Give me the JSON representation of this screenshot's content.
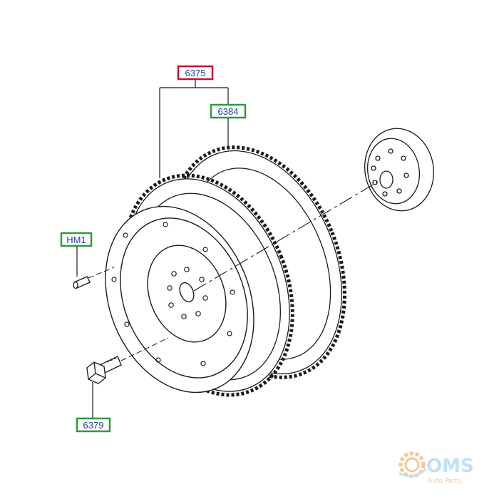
{
  "callouts": {
    "c6375": {
      "label": "6375",
      "border": "#c8102e"
    },
    "c6384": {
      "label": "6384",
      "border": "#2e9a3e"
    },
    "chm1": {
      "label": "HM1",
      "border": "#2e9a3e"
    },
    "c6379": {
      "label": "6379",
      "border": "#2e9a3e"
    }
  },
  "watermark": {
    "brand": "OMS",
    "tagline": "Auto Parts"
  },
  "colors": {
    "line": "#1a1a1a",
    "text": "#1a3fa8",
    "wm_orange": "#f29a3a",
    "wm_blue": "#8fc7f0"
  }
}
